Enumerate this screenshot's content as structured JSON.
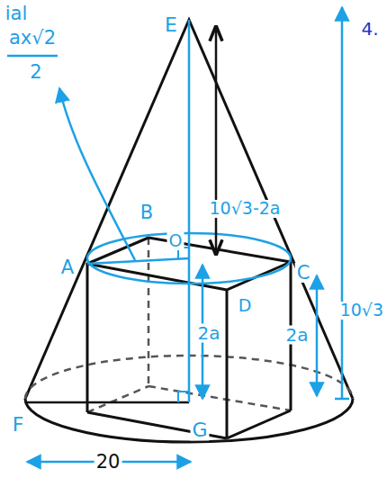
{
  "diagram": {
    "labels": [
      "ial",
      "ax√2",
      "2",
      "E",
      "4.",
      "10√3-2a",
      "B",
      "A",
      "O",
      "C",
      "10√3",
      "D",
      "2a",
      "2a",
      "F",
      "G",
      "20"
    ]
  }
}
